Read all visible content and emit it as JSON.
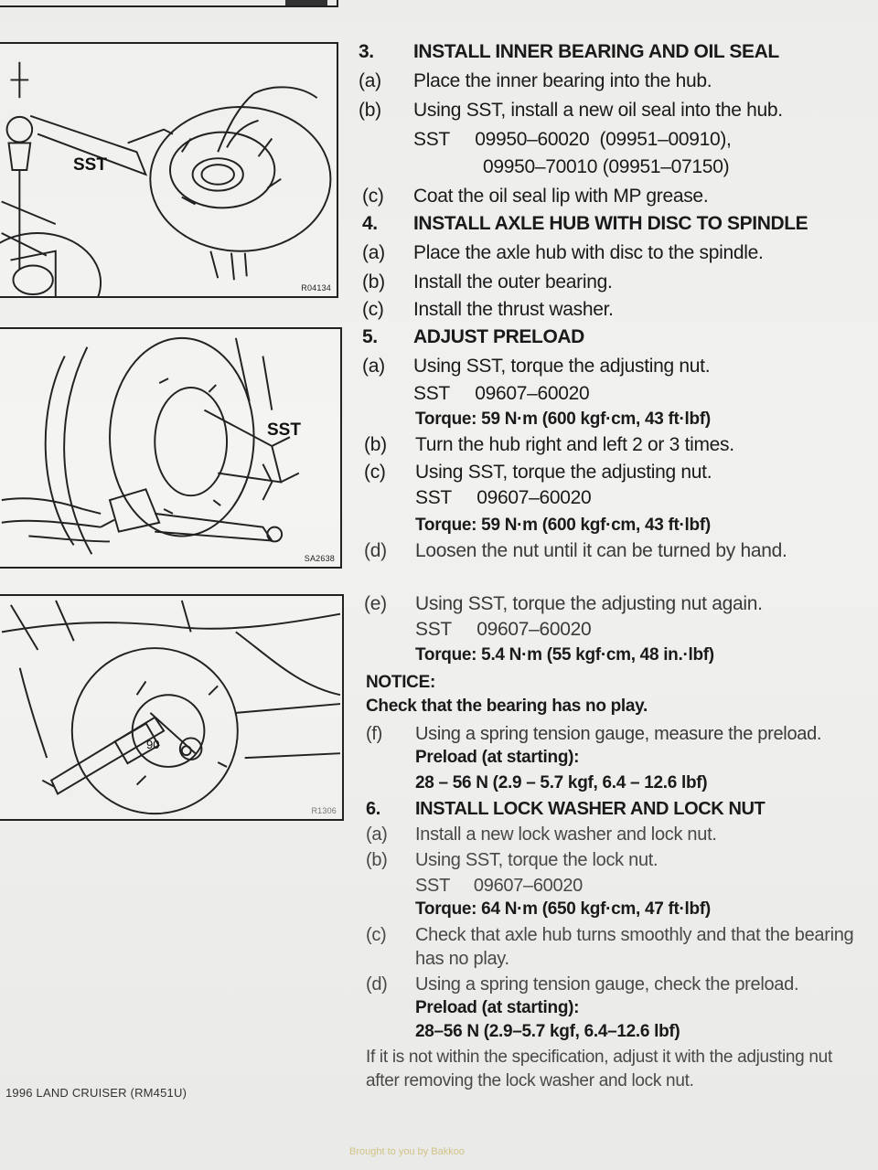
{
  "figures": {
    "fig1": {
      "label": "SST",
      "code": "R04134"
    },
    "fig2": {
      "label": "SST",
      "code": "SA2638"
    },
    "fig3": {
      "dial": "90",
      "code": "R1306"
    }
  },
  "lines": [
    {
      "num": "3.",
      "text": "INSTALL INNER BEARING AND OIL SEAL",
      "style": "hd"
    },
    {
      "num": "(a)",
      "text": "Place the inner bearing into the hub."
    },
    {
      "num": "(b)",
      "text": "Using SST, install a new oil seal into the hub."
    },
    {
      "num": "",
      "text": "SST     09950–60020  (09951–00910),"
    },
    {
      "num": "",
      "text": "09950–70010  (09951–07150)"
    },
    {
      "num": "(c)",
      "text": "Coat the oil seal lip with MP grease."
    },
    {
      "num": "4.",
      "text": "INSTALL AXLE HUB WITH DISC TO SPINDLE",
      "style": "hd"
    },
    {
      "num": "(a)",
      "text": "Place the axle hub with disc to the spindle."
    },
    {
      "num": "(b)",
      "text": "Install the outer bearing."
    },
    {
      "num": "(c)",
      "text": "Install the thrust washer."
    },
    {
      "num": "5.",
      "text": "ADJUST PRELOAD",
      "style": "hd"
    },
    {
      "num": "(a)",
      "text": "Using SST, torque the adjusting nut."
    },
    {
      "num": "",
      "text": "SST     09607–60020"
    },
    {
      "num": "",
      "text": "Torque: 59 N·m (600 kgf·cm, 43 ft·lbf)",
      "style": "b"
    },
    {
      "num": "(b)",
      "text": "Turn the hub right and left 2 or 3 times."
    },
    {
      "num": "(c)",
      "text": "Using SST, torque the adjusting nut."
    },
    {
      "num": "",
      "text": "SST     09607–60020"
    },
    {
      "num": "",
      "text": "Torque: 59 N·m (600 kgf·cm, 43 ft·lbf)",
      "style": "b"
    },
    {
      "num": "(d)",
      "text": "Loosen the nut until it can be turned by hand."
    },
    {
      "num": "(e)",
      "text": "Using SST, torque the adjusting nut again."
    },
    {
      "num": "",
      "text": "SST     09607–60020"
    },
    {
      "num": "",
      "text": "Torque: 5.4 N·m (55 kgf·cm, 48 in.·lbf)",
      "style": "b"
    },
    {
      "num": "",
      "text": "NOTICE:",
      "style": "b"
    },
    {
      "num": "",
      "text": "Check that the bearing has no play.",
      "style": "b"
    },
    {
      "num": "(f)",
      "text": "Using a spring tension gauge, measure the preload."
    },
    {
      "num": "",
      "text": "Preload (at starting):",
      "style": "b"
    },
    {
      "num": "",
      "text": "28 – 56 N (2.9 – 5.7 kgf, 6.4 – 12.6 lbf)",
      "style": "b"
    },
    {
      "num": "6.",
      "text": "INSTALL LOCK WASHER AND LOCK NUT",
      "style": "hd"
    },
    {
      "num": "(a)",
      "text": "Install a new lock washer and lock nut."
    },
    {
      "num": "(b)",
      "text": "Using SST, torque the lock nut."
    },
    {
      "num": "",
      "text": "SST     09607–60020"
    },
    {
      "num": "",
      "text": "Torque: 64 N·m (650 kgf·cm, 47 ft·lbf)",
      "style": "b"
    },
    {
      "num": "(c)",
      "text": "Check that axle hub turns smoothly and that the bearing"
    },
    {
      "num": "",
      "text": "has no play."
    },
    {
      "num": "(d)",
      "text": "Using a spring tension gauge, check the preload."
    },
    {
      "num": "",
      "text": "Preload (at starting):",
      "style": "b"
    },
    {
      "num": "",
      "text": "28–56 N (2.9–5.7 kgf, 6.4–12.6 lbf)",
      "style": "b"
    },
    {
      "num": "",
      "text": "If it is not within the specification, adjust it with the adjusting nut"
    },
    {
      "num": "",
      "text": "after removing the lock washer and lock nut."
    }
  ],
  "footer": "1996 LAND CRUISER   (RM451U)",
  "watermark": "Brought to you by Bakkoo"
}
